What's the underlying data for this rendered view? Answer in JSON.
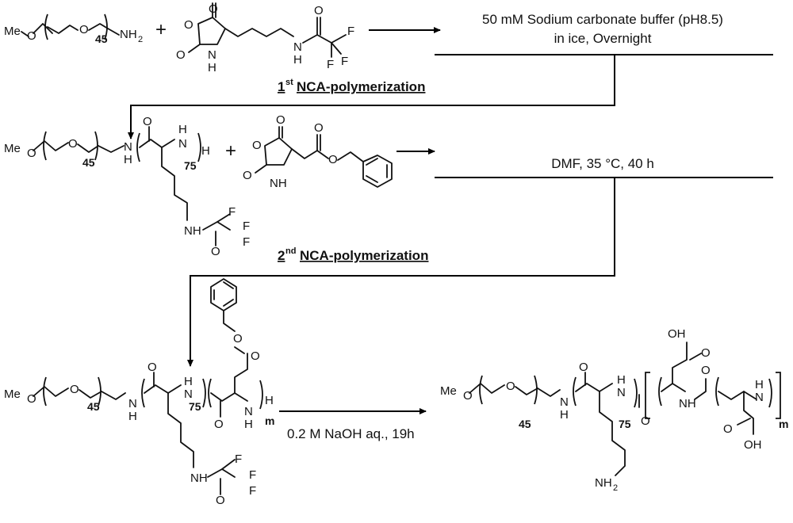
{
  "conditions": {
    "step1_line1": "50 mM Sodium carbonate buffer (pH8.5)",
    "step1_line2": "in ice, Overnight",
    "step2": "DMF, 35 °C, 40 h",
    "step3": "0.2 M NaOH aq., 19h"
  },
  "steps": {
    "first": {
      "ordinal": "1",
      "suffix": "st",
      "label": "NCA-polymerization"
    },
    "second": {
      "ordinal": "2",
      "suffix": "nd",
      "label": "NCA-polymerization"
    }
  },
  "labels": {
    "plus": "+",
    "me": "Me",
    "o": "O",
    "n": "N",
    "h": "H",
    "nh": "NH",
    "nh2": "NH",
    "two": "2",
    "f": "F",
    "oh": "OH",
    "deg_peg": "45",
    "deg_lys": "75",
    "deg_asp": "m"
  }
}
